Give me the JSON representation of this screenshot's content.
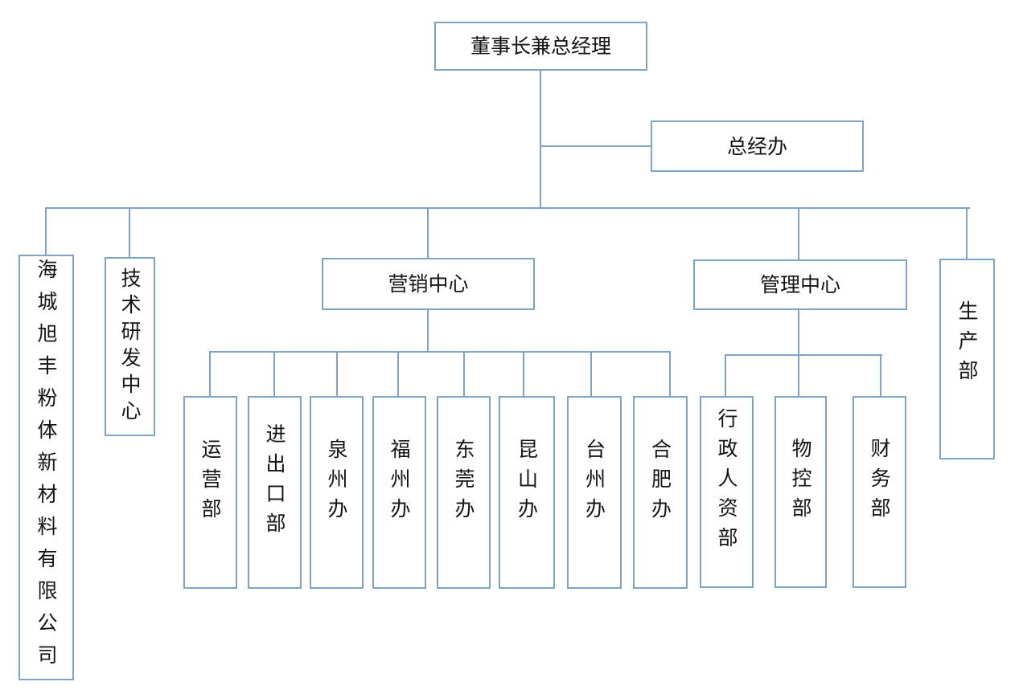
{
  "colors": {
    "line": "#7da3c6",
    "text": "#141414",
    "background": "#ffffff"
  },
  "org_chart": {
    "root": {
      "label": "董事长兼总经理"
    },
    "staff_office": {
      "label": "总经办"
    },
    "company": {
      "label": "海城旭丰粉体新材料有限公司"
    },
    "tech_center": {
      "label": "技术研发中心"
    },
    "marketing_center": {
      "label": "营销中心",
      "children": [
        "运营部",
        "进出口部",
        "泉州办",
        "福州办",
        "东莞办",
        "昆山办",
        "台州办",
        "合肥办"
      ]
    },
    "management_center": {
      "label": "管理中心",
      "children": [
        "行政人资部",
        "物控部",
        "财务部"
      ]
    },
    "production_dept": {
      "label": "生产部"
    }
  }
}
